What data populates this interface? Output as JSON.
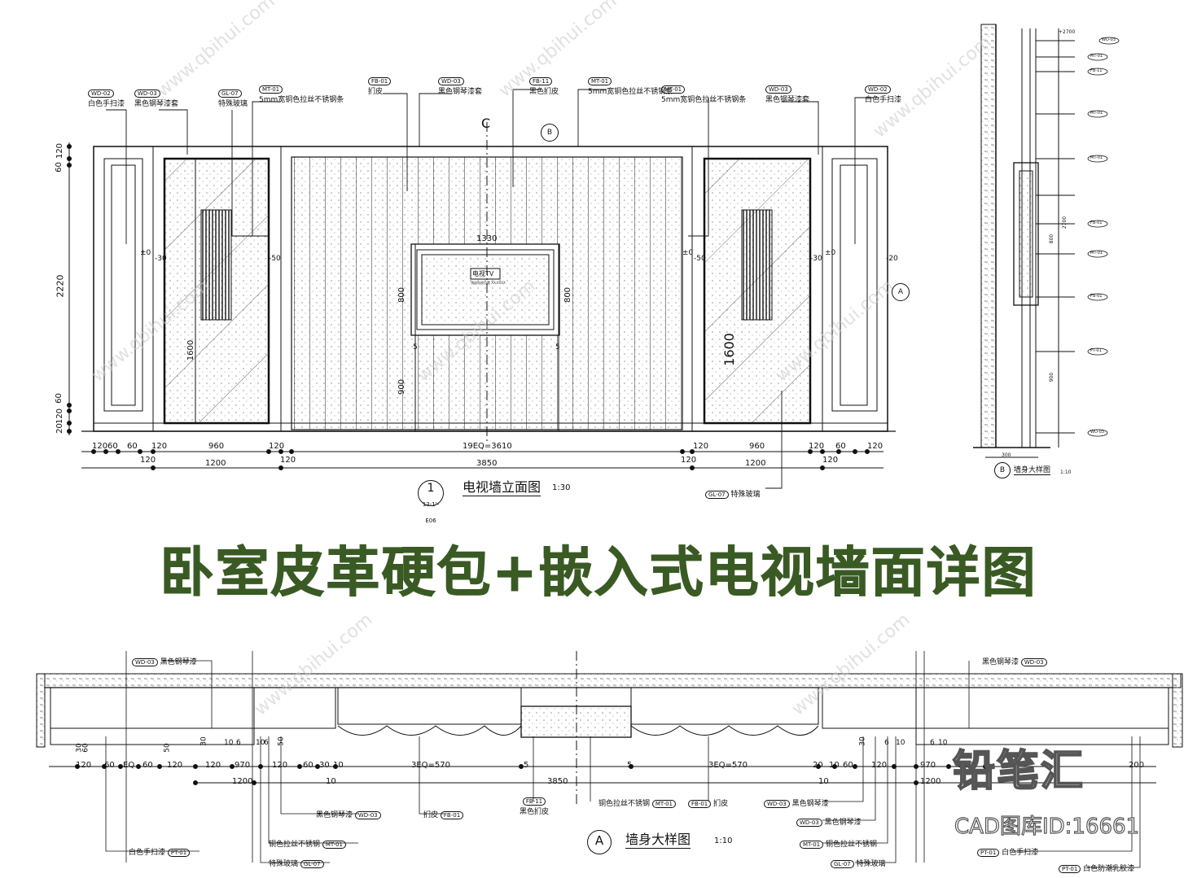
{
  "page_title": "卧室皮革硬包+嵌入式电视墙面详图",
  "elevation": {
    "title": "电视墙立面图",
    "scale": "1:30",
    "ref_num": "1",
    "ref_sheet": "13-1'-E06",
    "section_mark_c": "C",
    "section_b": "B",
    "section_a": "A",
    "tv_label": "电视TV",
    "tv_sub": "预留电视位置 XX-XXXX",
    "tags_top": [
      {
        "code": "WD-02",
        "text": "白色手扫漆"
      },
      {
        "code": "WD-03",
        "text": "黑色钢琴漆套"
      },
      {
        "code": "GL-07",
        "text": "特殊玻璃"
      },
      {
        "code": "MT-01",
        "text": "5mm宽铜色拉丝不锈钢条"
      },
      {
        "code": "FB-01",
        "text": "扪皮"
      },
      {
        "code": "WD-03",
        "text": "黑色钢琴漆套"
      },
      {
        "code": "FB-11",
        "text": "黑色扪皮"
      },
      {
        "code": "MT-01",
        "text": "5mm宽铜色拉丝不锈钢条"
      },
      {
        "code": "MT-01",
        "text": "5mm宽铜色拉丝不锈钢条"
      },
      {
        "code": "WD-03",
        "text": "黑色钢琴漆套"
      },
      {
        "code": "WD-02",
        "text": "白色手扫漆"
      }
    ],
    "tag_bottom": {
      "code": "GL-07",
      "text": "特殊玻璃"
    },
    "dims_left": [
      "60",
      "120",
      "2220",
      "60",
      "120",
      "20"
    ],
    "dims_row1": [
      "120",
      "60",
      "60",
      "120",
      "960",
      "120",
      "19EQ=3610",
      "120",
      "960",
      "120",
      "60",
      "120"
    ],
    "dims_row2": [
      "120",
      "1200",
      "120",
      "3850",
      "120",
      "1200",
      "120"
    ],
    "dims_inner": [
      "1330",
      "800",
      "800",
      "900",
      "1600",
      "1600",
      "5",
      "5"
    ],
    "levels": [
      "±0",
      "-30",
      "-50",
      "±0",
      "-50",
      "-30",
      "±0",
      "-20"
    ]
  },
  "section_detail": {
    "title": "墙身大样图",
    "scale": "1:10",
    "ref": "B",
    "dims": [
      "+2700",
      "2700",
      "800",
      "900",
      "300"
    ],
    "tags": [
      "WD-03",
      "MT-01",
      "FB-11",
      "MT-01",
      "MT-01",
      "FB-01",
      "MT-01",
      "FB-01",
      "PT-01",
      "WD-03"
    ]
  },
  "plan_detail": {
    "title": "墙身大样图",
    "scale": "1:10",
    "ref": "A",
    "dims_row1": [
      "120",
      "60",
      "EQ",
      "60",
      "120",
      "120",
      "970",
      "120",
      "60",
      "30",
      "10",
      "3EQ=570",
      "5",
      "5",
      "3EQ=570",
      "20",
      "10",
      "60",
      "120",
      "970",
      "120",
      "200"
    ],
    "dims_row2": [
      "1200",
      "10",
      "3850",
      "10",
      "1200"
    ],
    "dims_small": [
      "30",
      "60",
      "50",
      "30",
      "10",
      "6",
      "10",
      "6",
      "50",
      "30",
      "6",
      "10",
      "6",
      "10"
    ],
    "callouts": [
      {
        "code": "WD-03",
        "text": "黑色钢琴漆"
      },
      {
        "code": "WD-03",
        "text": "黑色钢琴漆"
      },
      {
        "code": "WD-03",
        "text": "黑色钢琴漆"
      },
      {
        "code": "FB-01",
        "text": "扪皮"
      },
      {
        "code": "FB-11",
        "text": "黑色扪皮"
      },
      {
        "code": "MT-01",
        "text": "铜色拉丝不锈钢"
      },
      {
        "code": "FB-01",
        "text": "扪皮"
      },
      {
        "code": "WD-03",
        "text": "黑色钢琴漆"
      },
      {
        "code": "WD-03",
        "text": "黑色钢琴漆"
      },
      {
        "code": "MT-01",
        "text": "铜色拉丝不锈钢"
      },
      {
        "code": "MT-01",
        "text": "铜色拉丝不锈钢"
      },
      {
        "code": "GL-07",
        "text": "特殊玻璃"
      },
      {
        "code": "GL-07",
        "text": "特殊玻璃"
      },
      {
        "code": "PT-01",
        "text": "白色手扫漆"
      },
      {
        "code": "PT-01",
        "text": "白色手扫漆"
      },
      {
        "code": "PT-01",
        "text": "白色防潮乳胶漆"
      }
    ]
  },
  "watermark": {
    "brand": "铅笔汇",
    "id": "CAD图库ID:16661"
  }
}
